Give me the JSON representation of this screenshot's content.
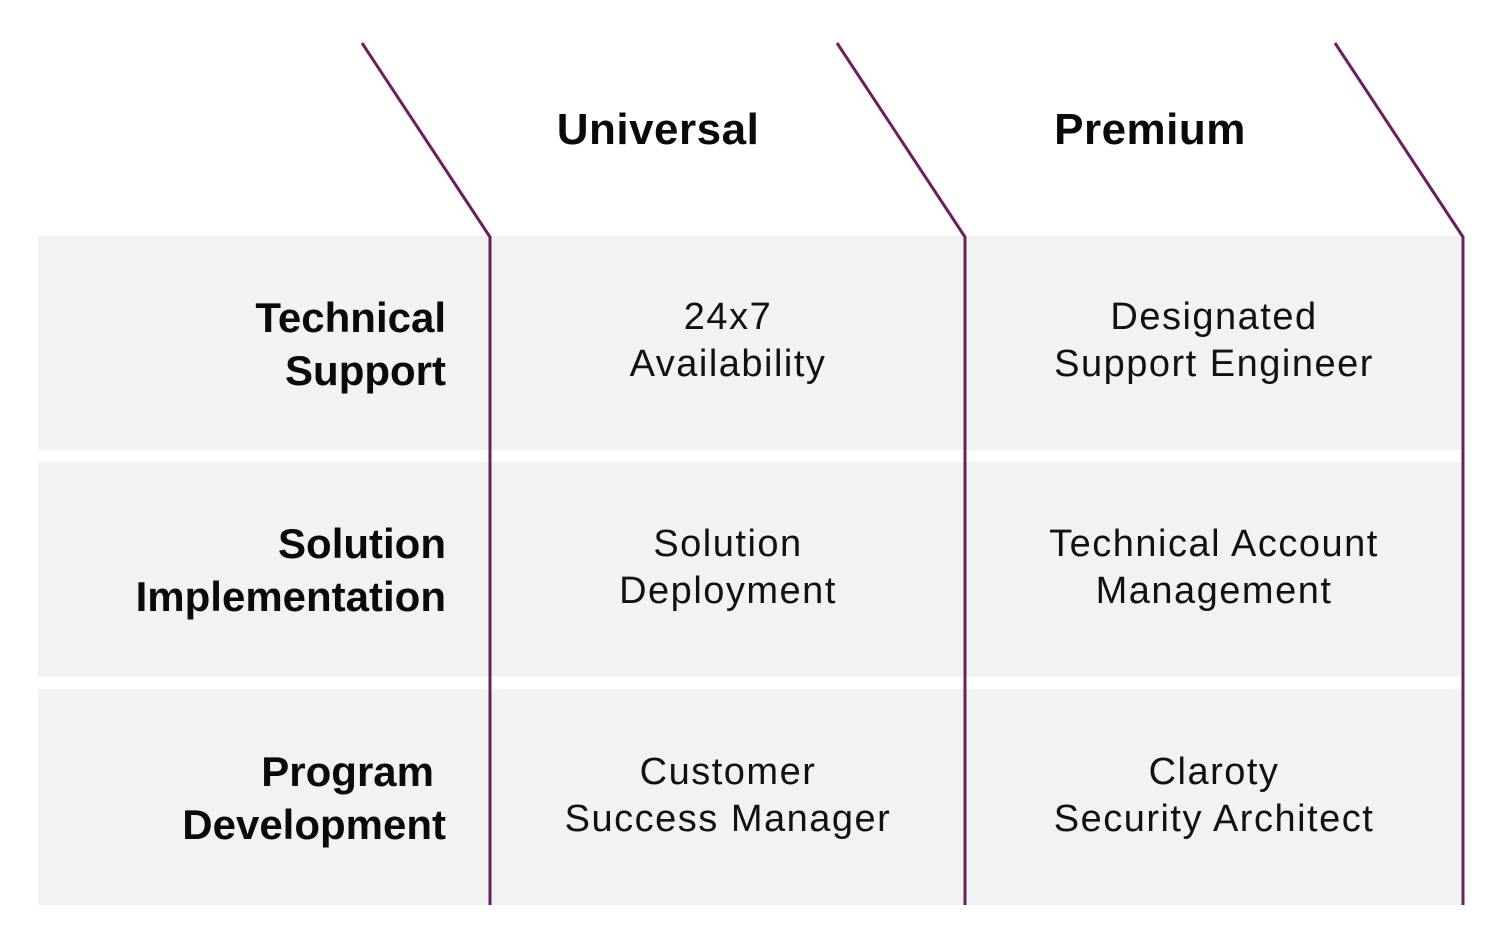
{
  "columns": {
    "universal": "Universal",
    "premium": "Premium"
  },
  "rows": [
    {
      "label_line1": "Technical",
      "label_line2": "Support",
      "universal_line1": "24x7",
      "universal_line2": "Availability",
      "premium_line1": "Designated",
      "premium_line2": "Support Engineer"
    },
    {
      "label_line1": "Solution",
      "label_line2": "Implementation",
      "universal_line1": "Solution",
      "universal_line2": "Deployment",
      "premium_line1": "Technical Account",
      "premium_line2": "Management"
    },
    {
      "label_line1": "Program",
      "label_line2": "Development",
      "universal_line1": "Customer",
      "universal_line2": "Success Manager",
      "premium_line1": "Claroty",
      "premium_line2": "Security Architect"
    }
  ],
  "colors": {
    "divider": "#6b1f5e",
    "row_band": "#f2f2f2"
  }
}
